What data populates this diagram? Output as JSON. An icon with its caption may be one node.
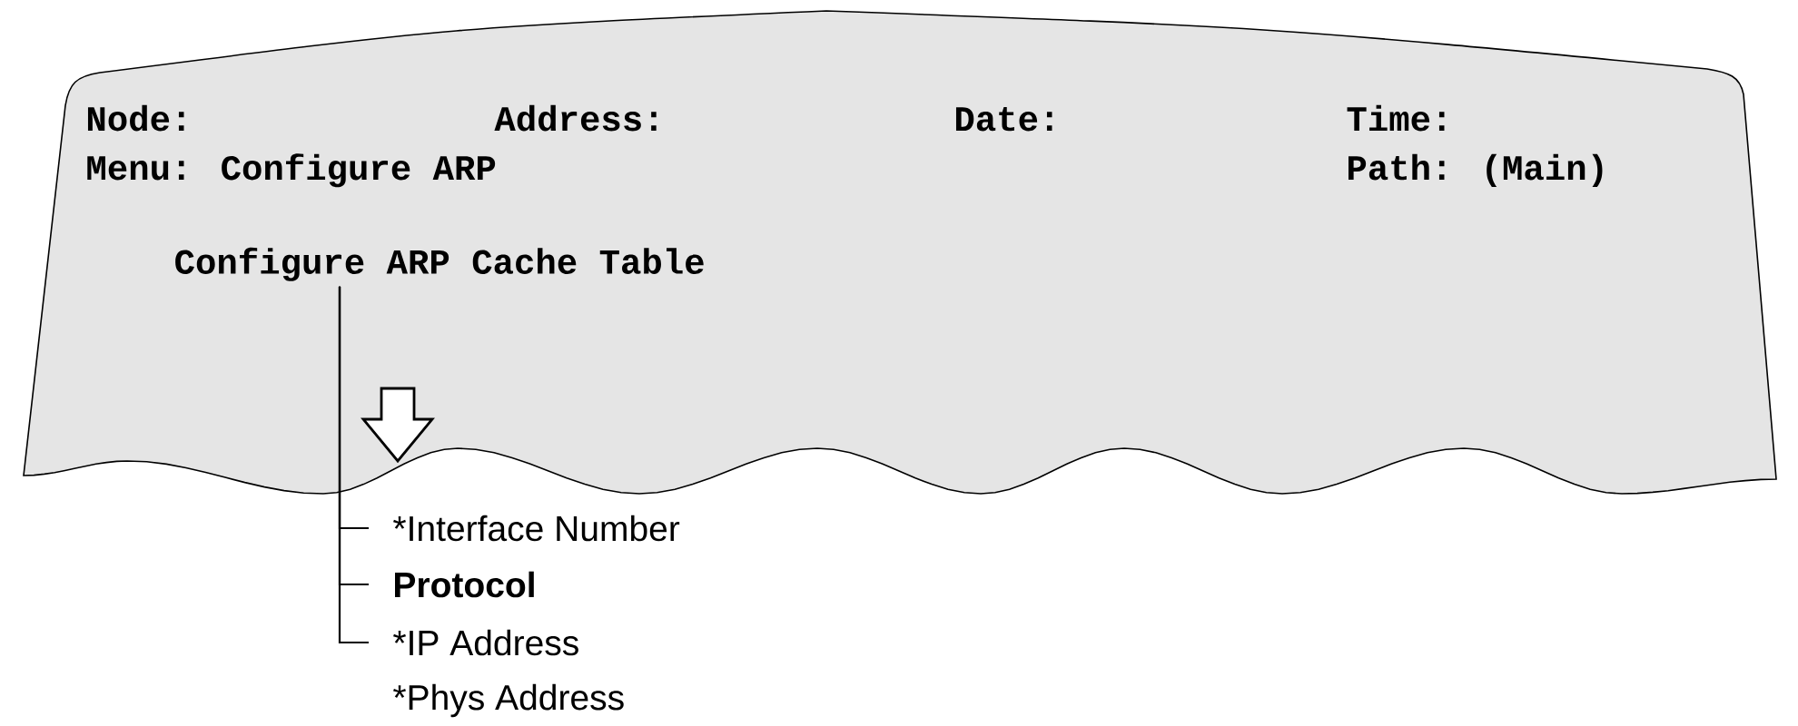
{
  "diagram": {
    "nodes": [
      {
        "text": [
          "Node:",
          "Address:",
          "Date:",
          "Time:",
          "Menu: Configure ARP",
          "Path: (Main)"
        ]
      },
      {
        "text": [
          "Configure ARP Cache Table"
        ],
        "in": 0
      },
      {
        "text": [
          "*Interface Number"
        ]
      },
      {
        "text": [
          "Protocol"
        ]
      },
      {
        "text": [
          "*IP Address"
        ]
      }
    ],
    "edges": [
      {
        "from": 1,
        "to": 2,
        "arrow": "none"
      },
      {
        "from": 1,
        "to": 3,
        "arrow": "none"
      },
      {
        "from": 1,
        "to": 4,
        "arrow": "none"
      }
    ],
    "labels": [
      "*Phys Address"
    ]
  }
}
